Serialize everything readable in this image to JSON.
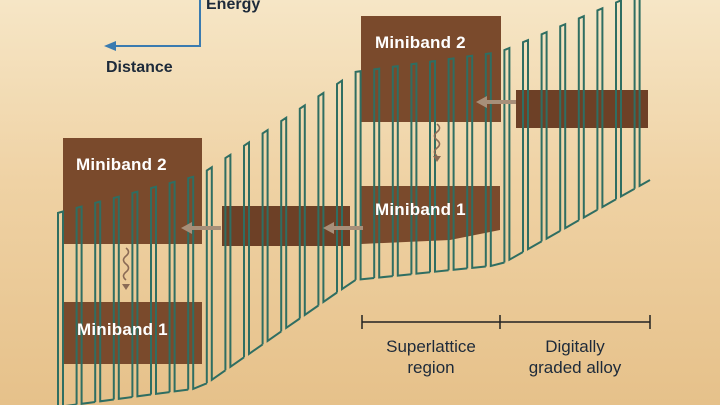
{
  "axes": {
    "energy_label": "Energy",
    "distance_label": "Distance"
  },
  "bands": {
    "left_upper": "Miniband 2",
    "left_lower": "Miniband 1",
    "right_upper": "Miniband 2",
    "right_lower": "Miniband 1"
  },
  "regions": {
    "superlattice_line1": "Superlattice",
    "superlattice_line2": "region",
    "graded_line1": "Digitally",
    "graded_line2": "graded alloy"
  },
  "colors": {
    "wire": "#2f6e62",
    "miniband": "#7a4a2c",
    "miniband_dark": "#6d4026",
    "arrow": "#a78f79",
    "axis": "#3a7bb0"
  }
}
